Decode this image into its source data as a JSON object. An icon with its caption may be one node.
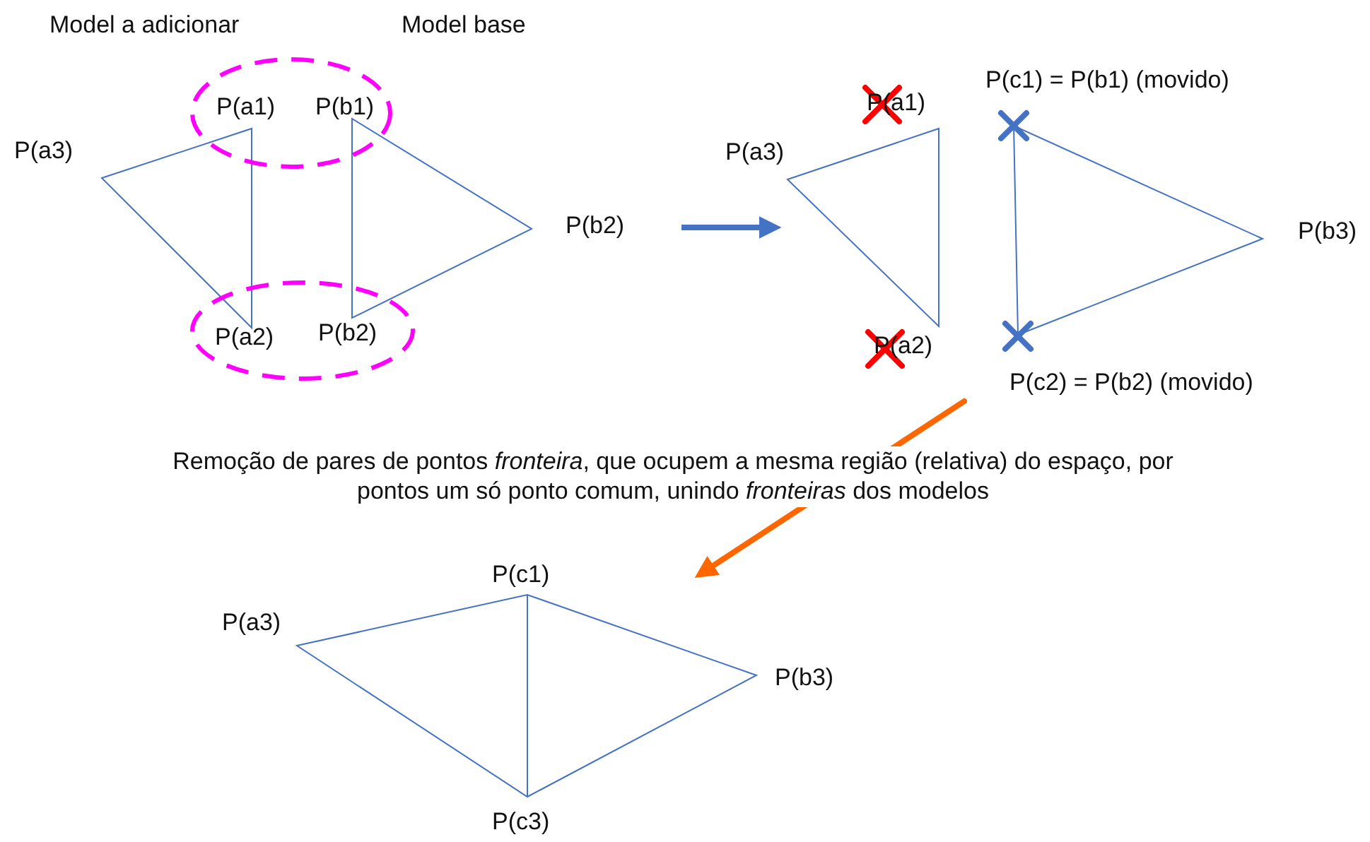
{
  "diagram": {
    "labels": [
      "Model a adicionar",
      "Model base",
      "P(a1)",
      "P(b1)",
      "P(c1) = P(b1) (movido)",
      "P(a1)",
      "P(a3)",
      "P(a3)",
      "P(b2)",
      "P(b3)",
      "P(a2)",
      "P(b2)",
      "P(a2)",
      "P(c2) = P(b2) (movido)",
      "Remoção de pares de pontos *fronteira*, que ocupem a mesma região (relativa) do espaço, por pontos um só ponto comum, unindo *fronteiras* dos modelos",
      "P(c1)",
      "P(a3)",
      "P(b3)",
      "P(c3)"
    ]
  }
}
